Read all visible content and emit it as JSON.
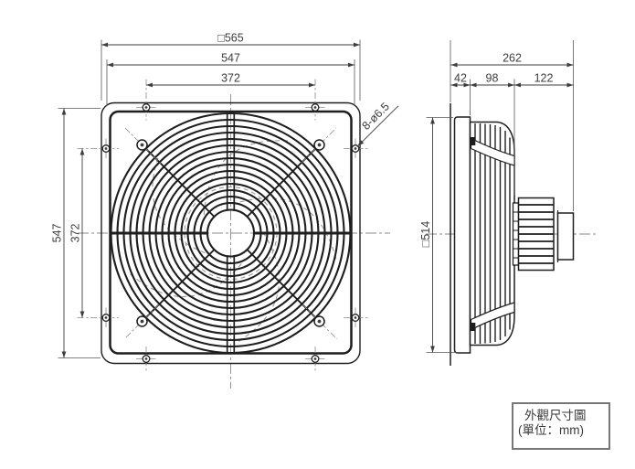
{
  "title_block": {
    "title": "外觀尺寸圖",
    "unit": "(單位：mm)"
  },
  "front_view": {
    "dimensions": {
      "outer_square": "□565",
      "body_width": "547",
      "hole_pitch_horizontal": "372",
      "body_height": "547",
      "hole_pitch_vertical": "372"
    },
    "hole_callout": "8-ø6.5"
  },
  "side_view": {
    "dimensions": {
      "total_depth": "262",
      "frame_depth": "42",
      "guard_depth": "98",
      "motor_depth": "122",
      "plate_square": "□514"
    }
  },
  "colors": {
    "line": "#1e1e1e",
    "dimension": "#3e3e3e",
    "centerline": "#8a8a8a",
    "hidden_line": "#9a9a9a",
    "note_border": "#777777",
    "note_text": "#3a3a3a",
    "background": "#ffffff"
  }
}
